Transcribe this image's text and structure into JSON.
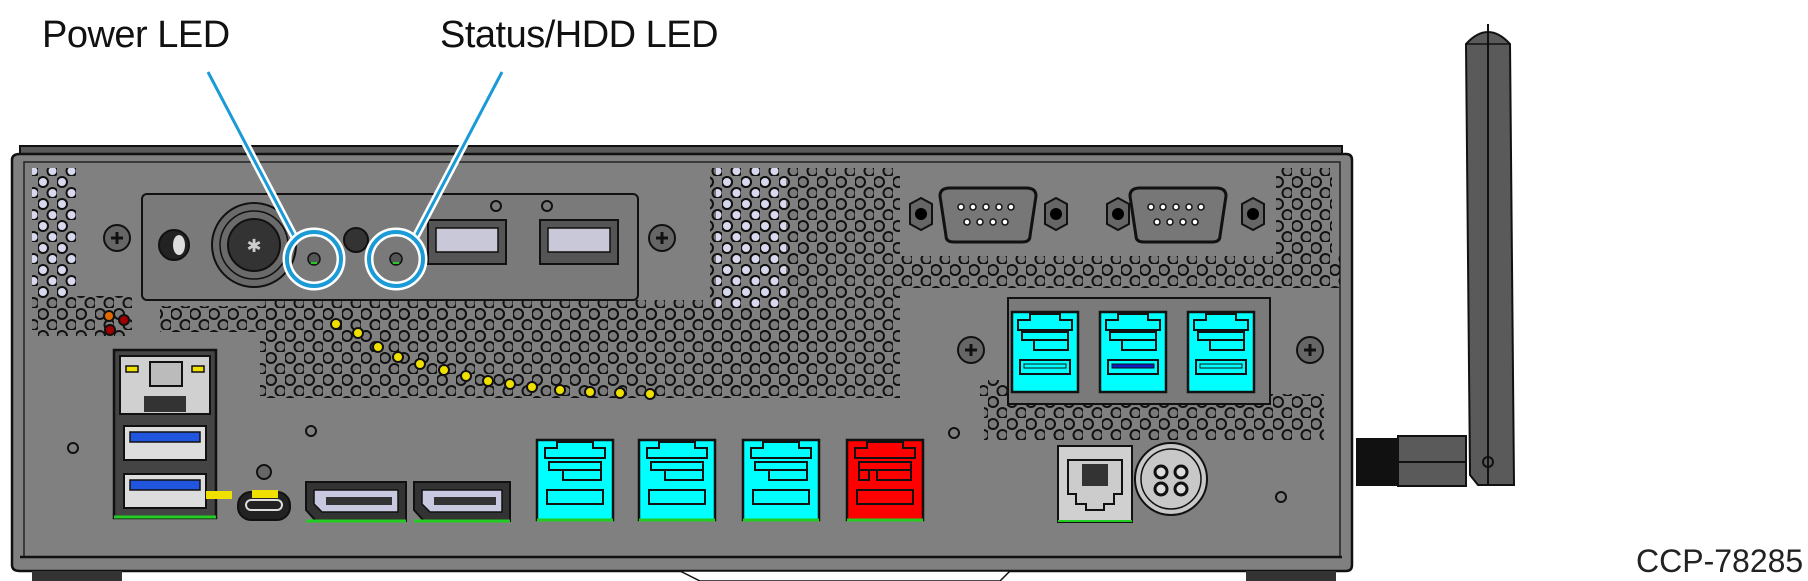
{
  "callouts": [
    {
      "label": "Power LED",
      "target": "power-led"
    },
    {
      "label": "Status/HDD LED",
      "target": "status-hdd-led"
    }
  ],
  "figure_id": "CCP-78285",
  "colors": {
    "chassis": "#808080",
    "chassis_dark": "#5a5a5a",
    "callout_line": "#1a9ad6",
    "usb_powered_port": "#00ffff",
    "usb_powered_24v": "#ff0000",
    "usb3_blue": "#2255dd",
    "usb_insert": "#c8c8d8",
    "indicator_green": "#22cc22",
    "vent_yellow": "#f0e000"
  },
  "components": {
    "io_panel_top": [
      "audio-jack",
      "power-button",
      "power-led",
      "reset-button",
      "status-hdd-led",
      "usb-a-port-1",
      "usb-a-port-2"
    ],
    "serial_ports": [
      "db9-com-1",
      "db9-com-2"
    ],
    "powered_usb_right": [
      "powered-usb-12v-1",
      "powered-usb-12v-2",
      "powered-usb-12v-3"
    ],
    "bottom_row": [
      "ethernet-rj45",
      "usb3-port-1",
      "usb3-port-2",
      "usb-c-port",
      "displayport-1",
      "displayport-2",
      "powered-usb-12v-4",
      "powered-usb-12v-5",
      "powered-usb-12v-6",
      "powered-usb-24v",
      "cash-drawer-rj12",
      "dc-power-in"
    ],
    "antenna": "wifi-antenna"
  }
}
